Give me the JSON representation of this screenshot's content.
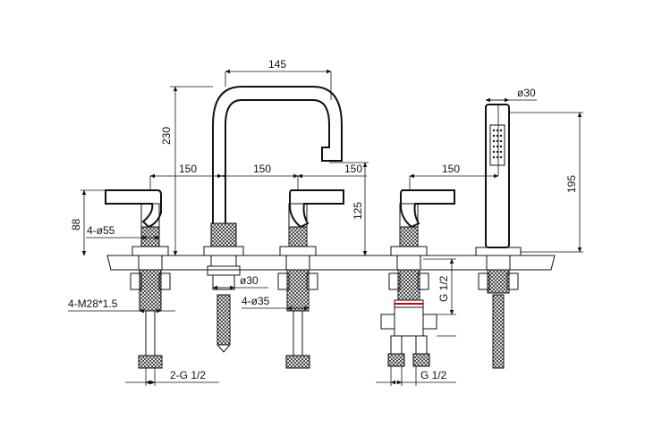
{
  "dimensions": {
    "spout_width": "145",
    "spout_height": "230",
    "spacing_1": "150",
    "spacing_2": "150",
    "spacing_3": "150",
    "spacing_4": "150",
    "handle_height": "88",
    "spout_deck_height": "125",
    "shower_height": "195",
    "shower_diameter": "ø30",
    "hole_diameter_small": "4-ø55",
    "thread": "4-M28*1.5",
    "spout_shank_diameter": "ø30",
    "hole_diameter_large": "4-ø35",
    "inlet_left": "2-G 1/2",
    "outlet_right_vertical": "G 1/2",
    "inlet_right": "G 1/2"
  },
  "icons": {
    "handle": "lever-handle-icon",
    "spout": "spout-icon",
    "shower": "hand-shower-icon"
  }
}
